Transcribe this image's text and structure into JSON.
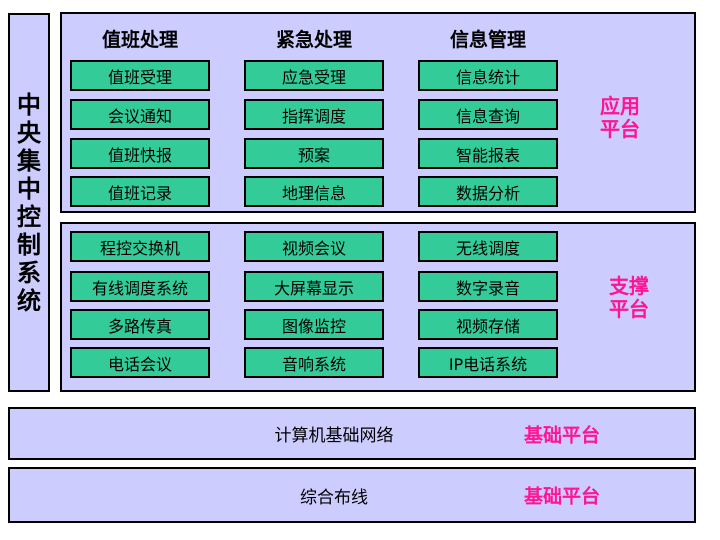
{
  "colors": {
    "background": "#ffffff",
    "lavender": "#ccccff",
    "green": "#33cc99",
    "pink": "#ff1493",
    "border": "#000000"
  },
  "left_bar": {
    "text": "中央集中控制系统"
  },
  "app_platform": {
    "label": "应用平台",
    "columns": [
      {
        "header": "值班处理",
        "items": [
          "值班受理",
          "会议通知",
          "值班快报",
          "值班记录"
        ]
      },
      {
        "header": "紧急处理",
        "items": [
          "应急受理",
          "指挥调度",
          "预案",
          "地理信息"
        ]
      },
      {
        "header": "信息管理",
        "items": [
          "信息统计",
          "信息查询",
          "智能报表",
          "数据分析"
        ]
      }
    ]
  },
  "support_platform": {
    "label": "支撑平台",
    "columns": [
      {
        "items": [
          "程控交换机",
          "有线调度系统",
          "多路传真",
          "电话会议"
        ]
      },
      {
        "items": [
          "视频会议",
          "大屏幕显示",
          "图像监控",
          "音响系统"
        ]
      },
      {
        "items": [
          "无线调度",
          "数字录音",
          "视频存储",
          "IP电话系统"
        ]
      }
    ]
  },
  "base_platforms": [
    {
      "text": "计算机基础网络",
      "label": "基础平台"
    },
    {
      "text": "综合布线",
      "label": "基础平台"
    }
  ]
}
